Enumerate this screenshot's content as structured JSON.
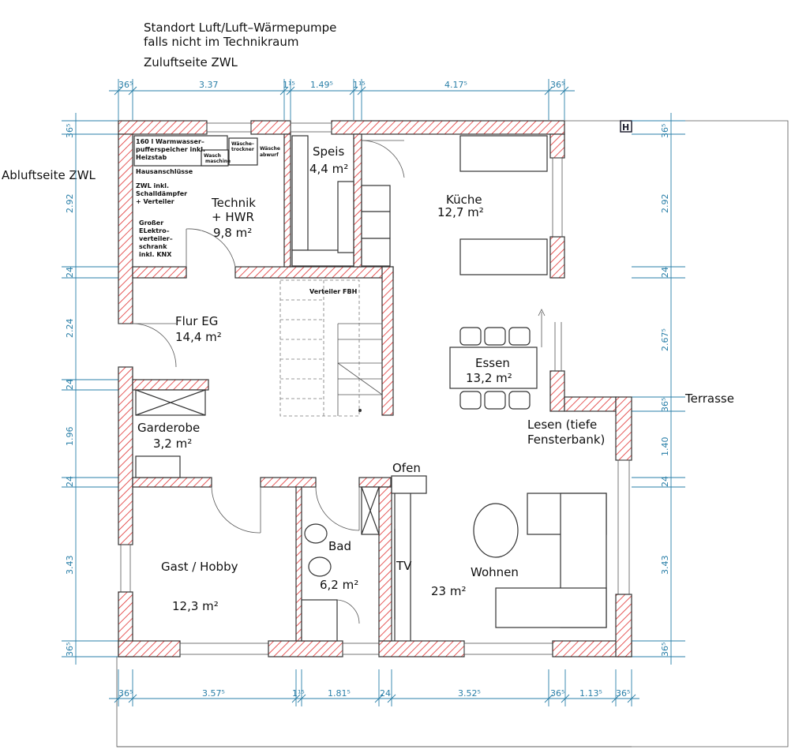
{
  "notes": {
    "line1": "Standort Luft/Luft–Wärmepumpe",
    "line2": "falls nicht im Technikraum",
    "line3": "Zuluftseite ZWL",
    "left": "Abluftseite ZWL",
    "terrace": "Terrasse"
  },
  "rooms": {
    "speis_name": "Speis",
    "speis_area": "4,4 m²",
    "kueche_name": "Küche",
    "kueche_area": "12,7 m²",
    "technik_name1": "Technik",
    "technik_name2": "+ HWR",
    "technik_area": "9,8 m²",
    "flur_name": "Flur EG",
    "flur_area": "14,4 m²",
    "essen_name": "Essen",
    "essen_area": "13,2 m²",
    "lesen1": "Lesen (tiefe",
    "lesen2": "Fensterbank)",
    "garderobe_name": "Garderobe",
    "garderobe_area": "3,2 m²",
    "gast_name": "Gast / Hobby",
    "gast_area": "12,3 m²",
    "bad_name": "Bad",
    "bad_area": "6,2 m²",
    "wohnen_name": "Wohnen",
    "wohnen_area": "23 m²",
    "ofen": "Ofen",
    "tv": "TV",
    "verteiler_fbh": "Verteiler FBH"
  },
  "technik_labels": {
    "speicher1": "160 l Warmwasser–",
    "speicher2": "pufferspeicher inkl.",
    "speicher3": "Heizstab",
    "waschmaschine1": "Wasch",
    "waschmaschine2": "maschine",
    "trockner1": "Wäsche–",
    "trockner2": "trockner",
    "abwurf1": "Wäsche",
    "abwurf2": "abwurf",
    "hausanschluss": "Hausanschlüsse",
    "zwl1": "ZWL inkl.",
    "zwl2": "Schalldämpfer",
    "zwl3": "+ Verteiler",
    "elek1": "Großer",
    "elek2": "ELektro–",
    "elek3": "verteiler–",
    "elek4": "schrank",
    "elek5": "inkl. KNX"
  },
  "dims_top": [
    "36⁵",
    "3.37",
    "1¹⁵",
    "1.49⁵",
    "1¹⁵",
    "4.17⁵",
    "36⁵"
  ],
  "dims_bottom": [
    "36⁵",
    "3.57⁵",
    "1¹⁵",
    "1.81⁵",
    "24",
    "3.52⁵",
    "36⁵",
    "1.13⁵",
    "36⁵"
  ],
  "dims_left": [
    "36⁵",
    "2.92",
    "24",
    "2.24",
    "24",
    "1.96",
    "24",
    "3.43",
    "36⁵"
  ],
  "dims_right": [
    "36⁵",
    "2.92",
    "24",
    "2.67⁵",
    "36⁵",
    "1.40",
    "24",
    "3.43",
    "36⁵"
  ],
  "hatch_color": "#e03030",
  "dim_color": "#2a7fa8"
}
